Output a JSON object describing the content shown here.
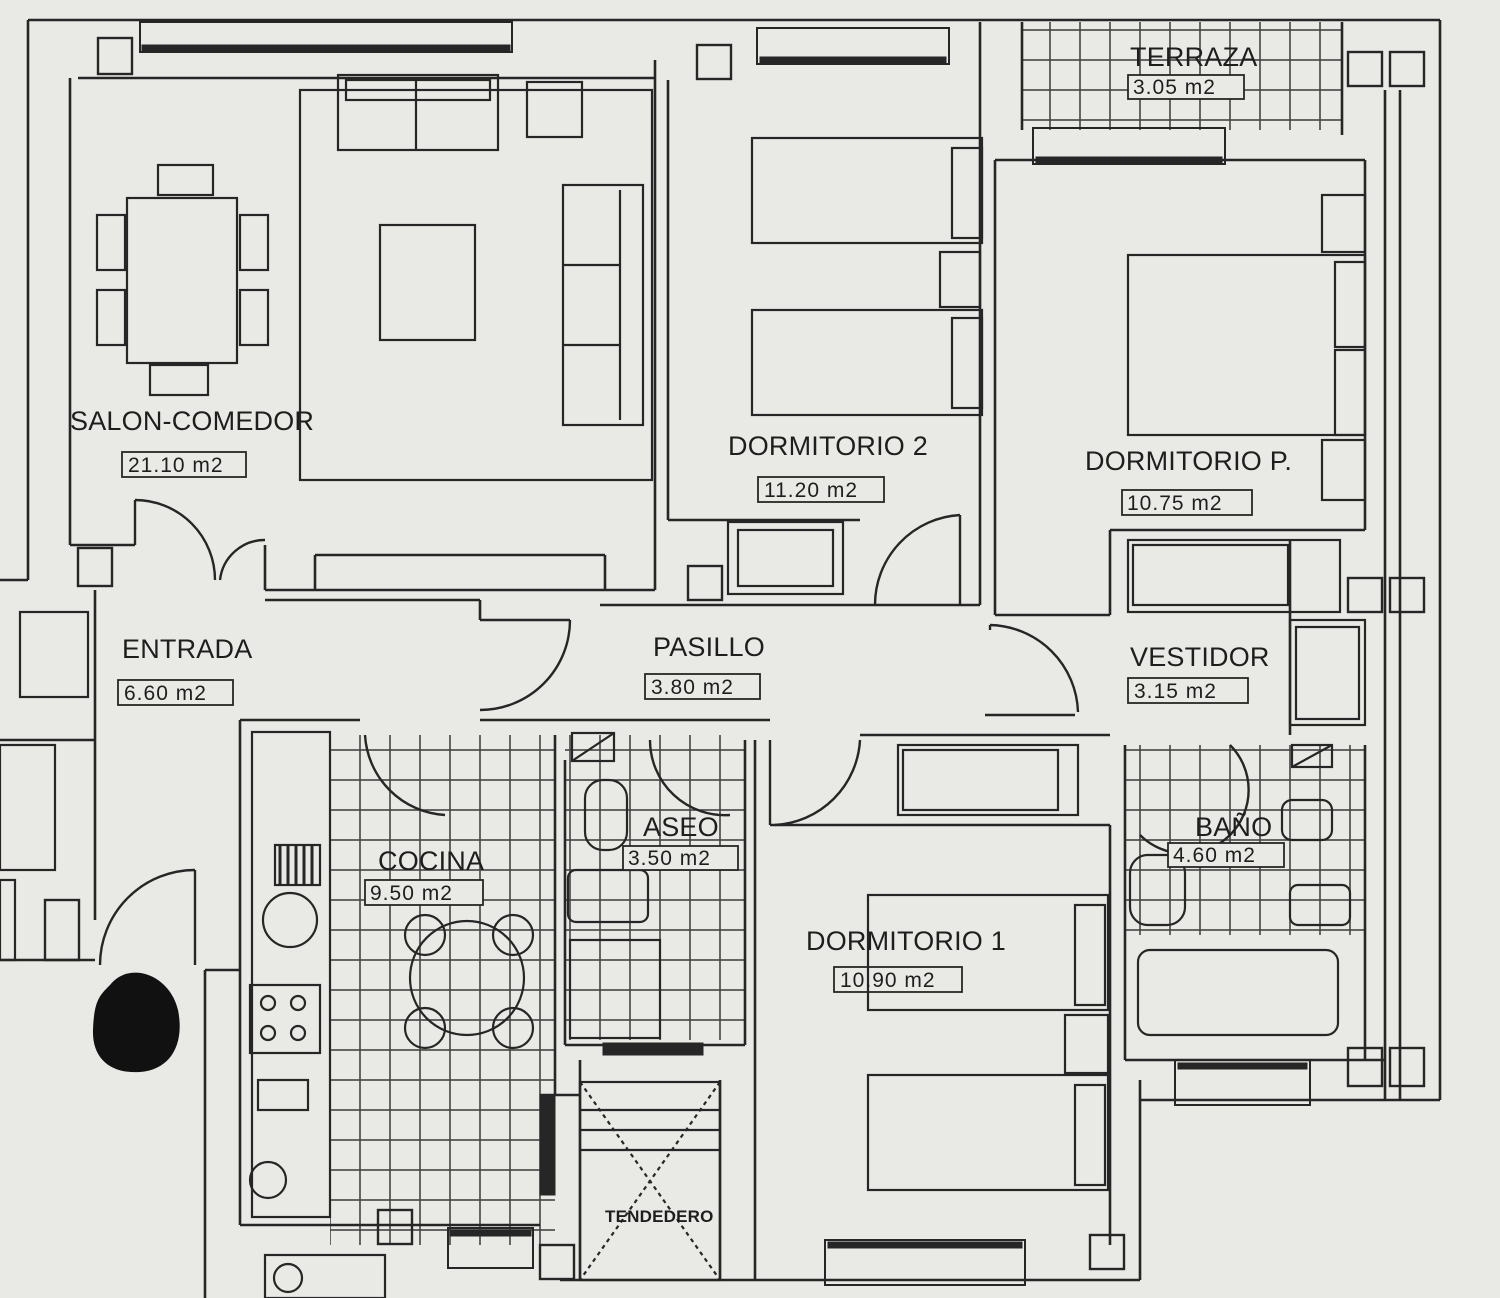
{
  "plan": {
    "rooms": [
      {
        "id": "salon",
        "name": "SALON-COMEDOR",
        "area": "21.10 m2"
      },
      {
        "id": "dormitorio2",
        "name": "DORMITORIO 2",
        "area": "11.20 m2"
      },
      {
        "id": "terraza",
        "name": "TERRAZA",
        "area": "3.05 m2"
      },
      {
        "id": "dormitoriop",
        "name": "DORMITORIO P.",
        "area": "10.75 m2"
      },
      {
        "id": "entrada",
        "name": "ENTRADA",
        "area": "6.60 m2"
      },
      {
        "id": "pasillo",
        "name": "PASILLO",
        "area": "3.80 m2"
      },
      {
        "id": "vestidor",
        "name": "VESTIDOR",
        "area": "3.15 m2"
      },
      {
        "id": "cocina",
        "name": "COCINA",
        "area": "9.50 m2"
      },
      {
        "id": "aseo",
        "name": "ASEO",
        "area": "3.50 m2"
      },
      {
        "id": "bano",
        "name": "BAÑO",
        "area": "4.60 m2"
      },
      {
        "id": "dormitorio1",
        "name": "DORMITORIO 1",
        "area": "10.90 m2"
      },
      {
        "id": "tendedero",
        "name": "TENDEDERO",
        "area": ""
      }
    ],
    "colors": {
      "paper": "#e9e9e6",
      "ink": "#262626",
      "redaction": "#111111"
    }
  }
}
